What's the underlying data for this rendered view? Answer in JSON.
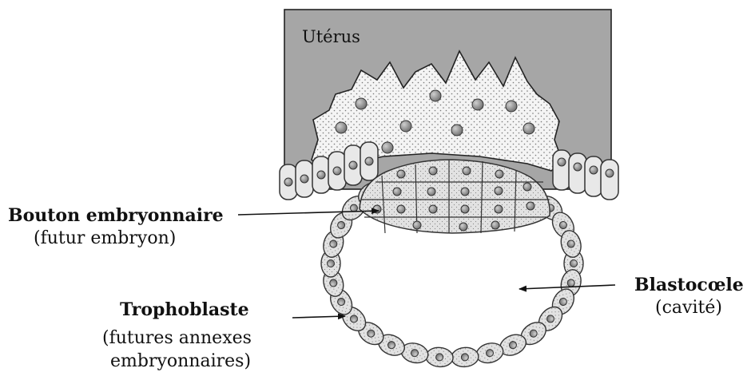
{
  "labels": {
    "uterus": "Utérus",
    "bouton_title": "Bouton embryonnaire",
    "bouton_sub": "(futur embryon)",
    "blasto_title": "Blastocœle",
    "blasto_sub": "(cavité)",
    "tropho_title": "Trophoblaste",
    "tropho_sub_1": "(futures annexes",
    "tropho_sub_2": "embryonnaires)"
  },
  "colors": {
    "uterus_fill": "#a6a6a6",
    "cell_fill": "#e4e4e4",
    "nucleus_fill": "#8c8c8c",
    "stroke": "#333333"
  }
}
